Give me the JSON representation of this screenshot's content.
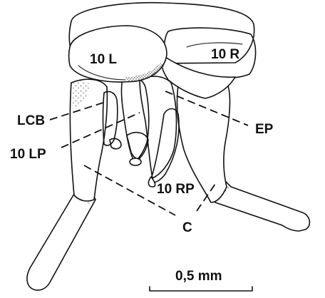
{
  "labels": {
    "tergite_10_left": "10 L",
    "tergite_10_right": "10 R",
    "lcb": "LCB",
    "ep": "EP",
    "paraproct_left": "10 LP",
    "paraproct_right": "10 RP",
    "cerci": "C"
  },
  "scale_bar": {
    "label": "0,5 mm",
    "value_mm": 0.5
  },
  "colors": {
    "ink": "#111111",
    "background": "#ffffff",
    "stipple": "#555555"
  }
}
